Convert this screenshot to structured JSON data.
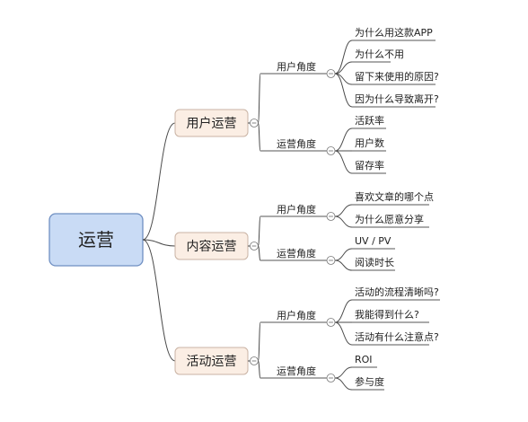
{
  "root": {
    "label": "运营"
  },
  "branches": [
    {
      "label": "用户运营",
      "groups": [
        {
          "label": "用户角度",
          "items": [
            "为什么用这款APP",
            "为什么不用",
            "留下来使用的原因?",
            "因为什么导致离开?"
          ]
        },
        {
          "label": "运营角度",
          "items": [
            "活跃率",
            "用户数",
            "留存率"
          ]
        }
      ]
    },
    {
      "label": "内容运营",
      "groups": [
        {
          "label": "用户角度",
          "items": [
            "喜欢文章的哪个点",
            "为什么愿意分享"
          ]
        },
        {
          "label": "运营角度",
          "items": [
            "UV / PV",
            "阅读时长"
          ]
        }
      ]
    },
    {
      "label": "活动运营",
      "groups": [
        {
          "label": "用户角度",
          "items": [
            "活动的流程清晰吗?",
            "我能得到什么?",
            "活动有什么注意点?"
          ]
        },
        {
          "label": "运营角度",
          "items": [
            "ROI",
            "参与度"
          ]
        }
      ]
    }
  ],
  "colors": {
    "root_fill": "#c9dbf5",
    "root_stroke": "#6f8fc2",
    "branch_fill": "#fbeee4",
    "branch_stroke": "#c9b3a4"
  },
  "icons": {
    "collapse": "collapse-icon"
  }
}
